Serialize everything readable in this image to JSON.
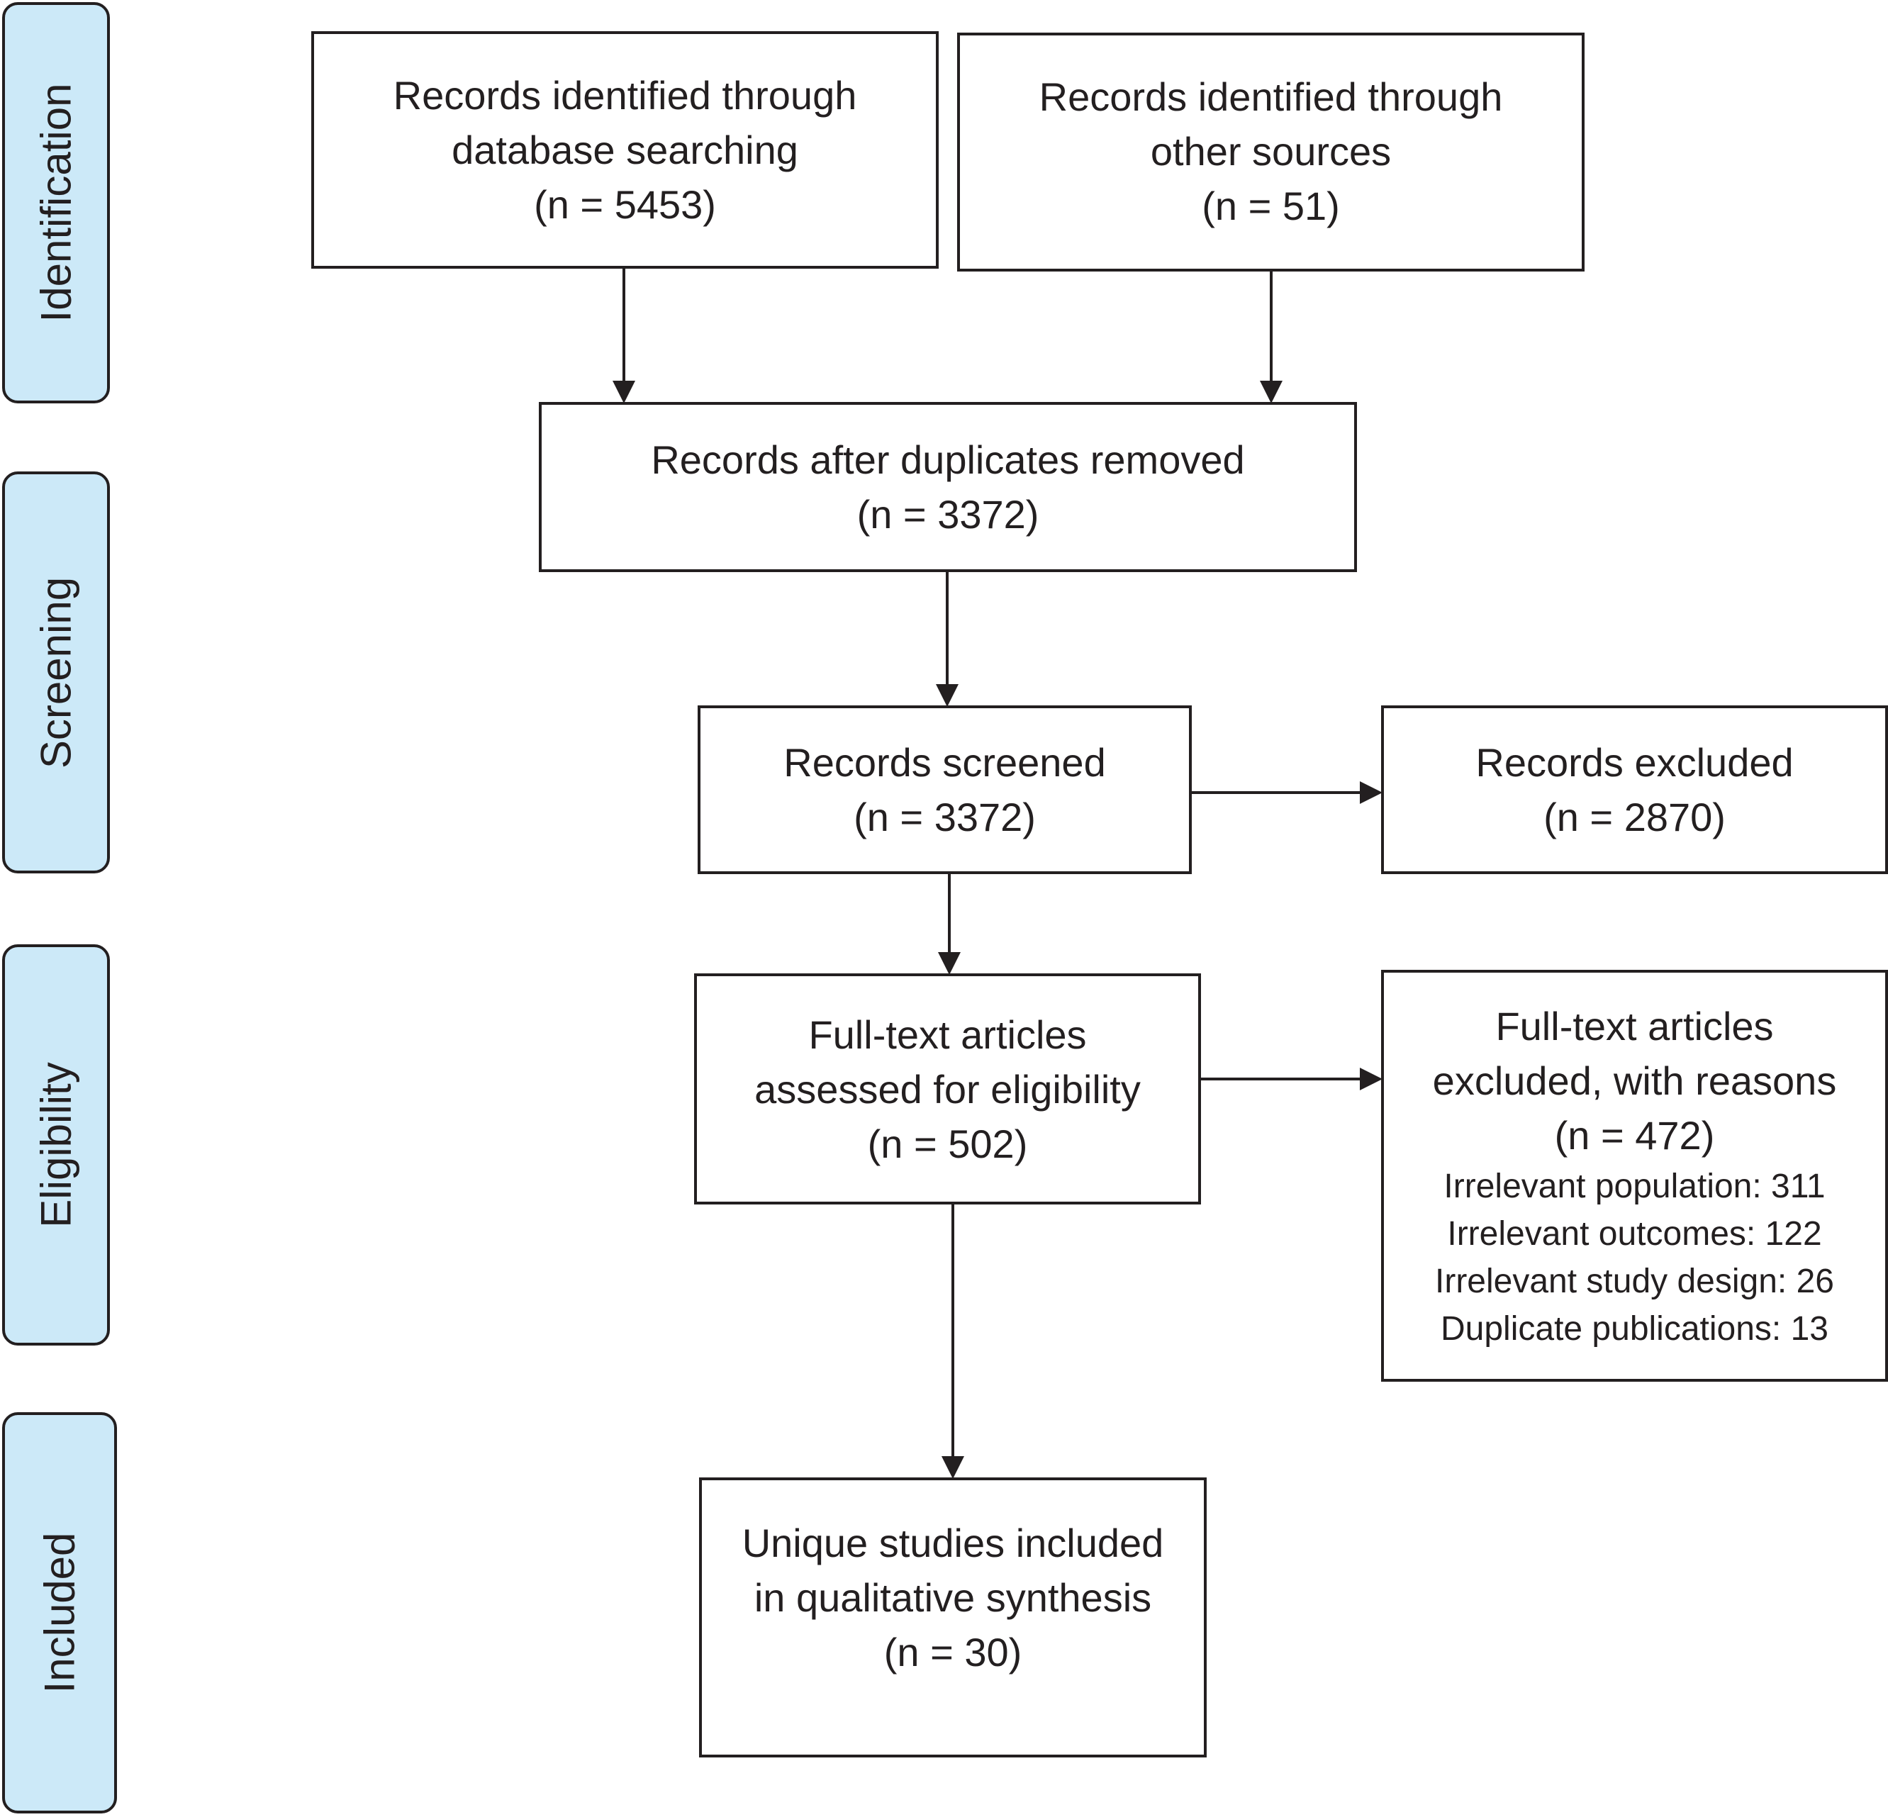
{
  "stages": {
    "identification": "Identification",
    "screening": "Screening",
    "eligibility": "Eligibility",
    "included": "Included"
  },
  "boxes": {
    "database": {
      "lines": [
        "Records identified through",
        "database searching",
        "(n = 5453)"
      ]
    },
    "other_sources": {
      "lines": [
        "Records identified through",
        "other sources",
        "(n = 51)"
      ]
    },
    "after_duplicates": {
      "lines": [
        "Records after duplicates removed",
        "(n = 3372)"
      ]
    },
    "screened": {
      "lines": [
        "Records screened",
        "(n = 3372)"
      ]
    },
    "excluded": {
      "lines": [
        "Records excluded",
        "(n = 2870)"
      ]
    },
    "full_text": {
      "lines": [
        "Full-text articles",
        "assessed for eligibility",
        "(n = 502)"
      ]
    },
    "full_text_excluded": {
      "lines": [
        "Full-text articles",
        "excluded, with reasons",
        "(n = 472)"
      ],
      "reasons": [
        "Irrelevant population: 311",
        "Irrelevant outcomes: 122",
        "Irrelevant study design: 26",
        "Duplicate publications: 13"
      ]
    },
    "included": {
      "lines": [
        "Unique studies included",
        "in qualitative synthesis",
        "(n = 30)"
      ]
    }
  },
  "colors": {
    "stage_fill": "#cce9f8",
    "stroke": "#231f20"
  }
}
